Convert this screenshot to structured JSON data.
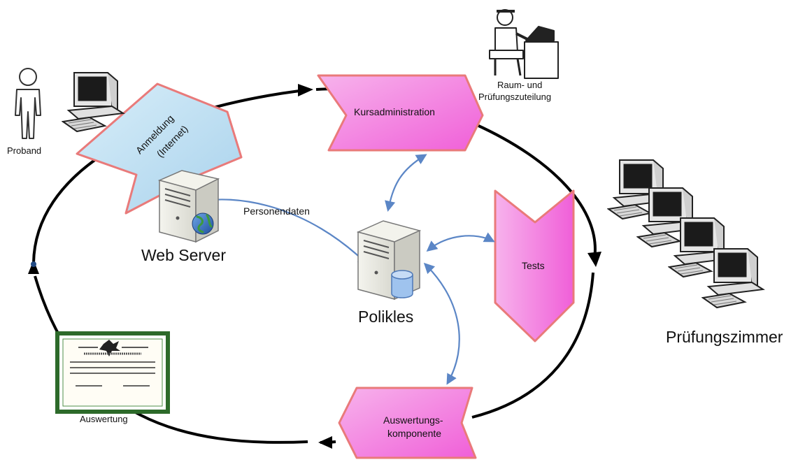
{
  "nodes": {
    "anmeldung_line1": "Anmeldung",
    "anmeldung_line2": "(Internet)",
    "kursadministration": "Kursadministration",
    "tests": "Tests",
    "auswertungs_line1": "Auswertungs-",
    "auswertungs_line2": "komponente"
  },
  "actors": {
    "proband": "Proband",
    "raum_line1": "Raum- und",
    "raum_line2": "Prüfungszuteilung",
    "pruefungszimmer": "Prüfungszimmer",
    "auswertung": "Auswertung"
  },
  "servers": {
    "web_server": "Web Server",
    "polikles": "Polikles"
  },
  "edges": {
    "personendaten": "Personendaten"
  },
  "colors": {
    "pink_fill": "#f27ee0",
    "pink_border": "#e97a7a",
    "blue_fill": "#b7dbf0",
    "connector_blue": "#5b86c6",
    "cycle_line": "#000000",
    "certificate_border": "#2d6a2a"
  }
}
